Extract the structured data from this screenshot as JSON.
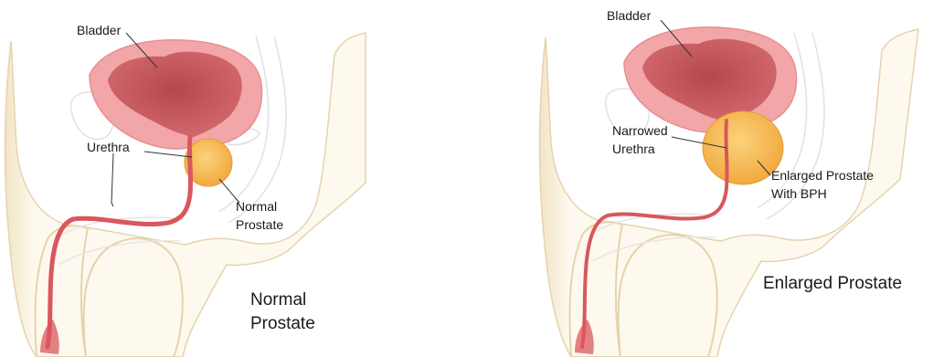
{
  "panels": [
    {
      "id": "normal",
      "labels": {
        "bladder": "Bladder",
        "urethra": "Urethra",
        "prostate_line1": "Normal",
        "prostate_line2": "Prostate"
      },
      "caption_line1": "Normal",
      "caption_line2": "Prostate"
    },
    {
      "id": "enlarged",
      "labels": {
        "bladder": "Bladder",
        "urethra_line1": "Narrowed",
        "urethra_line2": "Urethra",
        "prostate_line1": "Enlarged Prostate",
        "prostate_line2": "With BPH"
      },
      "caption": "Enlarged Prostate"
    }
  ],
  "colors": {
    "skin": "#fdf9ee",
    "skin_edge": "#e6d3ac",
    "bladder_wall": "#f0a2a4",
    "bladder_inner": "#c9585d",
    "urethra": "#d9575d",
    "prostate": "#f6b447",
    "faint_organ": "#e6e6e6"
  }
}
